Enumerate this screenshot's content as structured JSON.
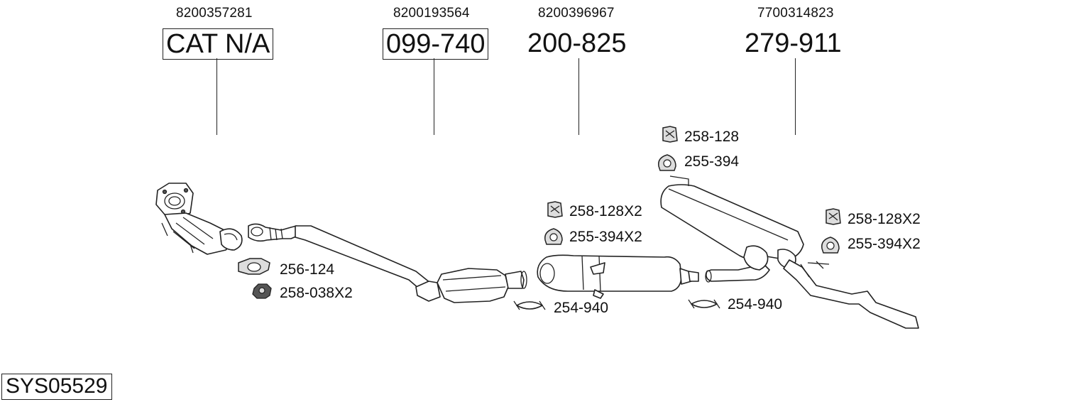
{
  "parts": [
    {
      "oem": "8200357281",
      "number": "CAT N/A"
    },
    {
      "oem": "8200193564",
      "number": "099-740"
    },
    {
      "oem": "8200396967",
      "number": "200-825"
    },
    {
      "oem": "7700314823",
      "number": "279-911"
    }
  ],
  "accessories": [
    {
      "code": "256-124",
      "icon": "gasket-icon"
    },
    {
      "code": "258-038X2",
      "icon": "nut-icon"
    },
    {
      "code": "258-128X2",
      "icon": "rubber-mount-icon"
    },
    {
      "code": "255-394X2",
      "icon": "hanger-icon"
    },
    {
      "code": "254-940",
      "icon": "clamp-icon"
    },
    {
      "code": "258-128",
      "icon": "rubber-mount-icon"
    },
    {
      "code": "255-394",
      "icon": "hanger-icon"
    },
    {
      "code": "254-940",
      "icon": "clamp-icon"
    },
    {
      "code": "258-128X2",
      "icon": "rubber-mount-icon"
    },
    {
      "code": "255-394X2",
      "icon": "hanger-icon"
    }
  ],
  "system_id": "SYS05529"
}
